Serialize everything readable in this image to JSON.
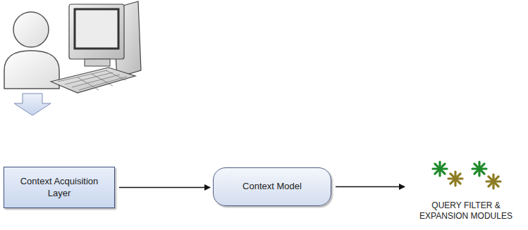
{
  "diagram": {
    "nodes": [
      {
        "text": [
          "Context Acquisition Layer"
        ]
      },
      {
        "text": [
          "Context Model"
        ]
      },
      {
        "text": [
          "QUERY FILTER & EXPANSION MODULES"
        ]
      }
    ],
    "edges": [
      {
        "from": 0,
        "to": 1,
        "arrow": "to"
      },
      {
        "from": 1,
        "to": 2,
        "arrow": "to"
      }
    ]
  }
}
